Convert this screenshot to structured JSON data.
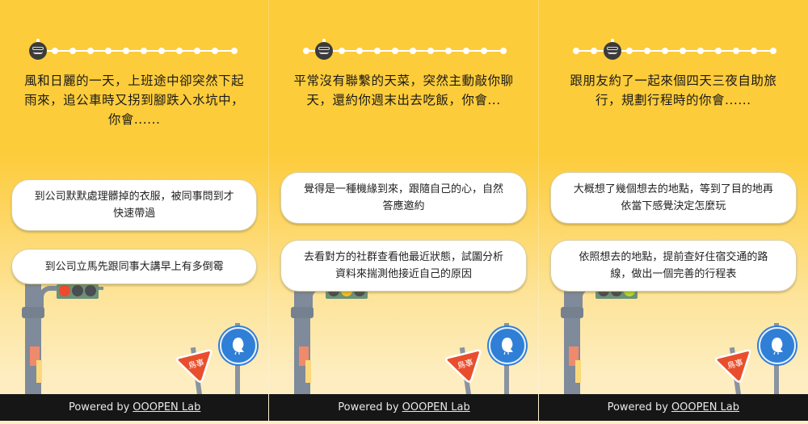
{
  "colors": {
    "background_top": "#fdcc3a",
    "background_bottom": "#fdeec6",
    "avatar": "#3b3b3b",
    "footer": "#161616"
  },
  "panels": [
    {
      "progress": {
        "total_steps": 12,
        "current_step": 1
      },
      "question": "風和日麗的一天，上班途中卻突然下起雨來，追公車時又拐到腳跌入水坑中，你會......",
      "answers": [
        {
          "label": "到公司默默處理髒掉的衣服，被同事問到才快速帶過"
        },
        {
          "label": "到公司立馬先跟同事大講早上有多倒霉"
        }
      ],
      "traffic_light": "red",
      "sign_text": "鳥事",
      "footer": {
        "prefix": "Powered by",
        "link": "OOOPEN Lab"
      }
    },
    {
      "progress": {
        "total_steps": 12,
        "current_step": 2
      },
      "question": "平常沒有聯繫的天菜，突然主動敲你聊天，還約你週末出去吃飯，你會...",
      "answers": [
        {
          "label": "覺得是一種機緣到來，跟隨自己的心，自然答應邀約"
        },
        {
          "label": "去看對方的社群查看他最近狀態，試圖分析資料來揣測他接近自己的原因"
        }
      ],
      "traffic_light": "yellow",
      "sign_text": "鳥事",
      "footer": {
        "prefix": "Powered by",
        "link": "OOOPEN Lab"
      }
    },
    {
      "progress": {
        "total_steps": 12,
        "current_step": 3
      },
      "question": "跟朋友約了一起來個四天三夜自助旅行，規劃行程時的你會......",
      "answers": [
        {
          "label": "大概想了幾個想去的地點，等到了目的地再依當下感覺決定怎麼玩"
        },
        {
          "label": "依照想去的地點，提前查好住宿交通的路線，做出一個完善的行程表"
        }
      ],
      "traffic_light": "green",
      "sign_text": "鳥事",
      "footer": {
        "prefix": "Powered by",
        "link": "OOOPEN Lab"
      }
    }
  ]
}
